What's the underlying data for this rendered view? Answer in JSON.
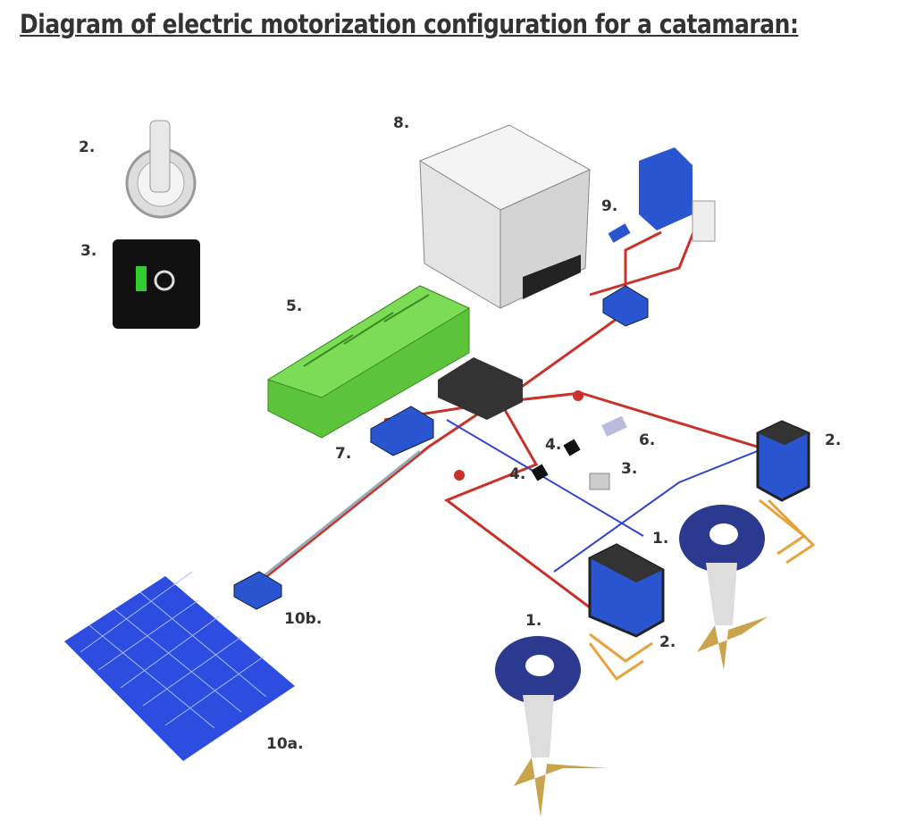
{
  "title": "Diagram of electric motorization configuration for a catamaran:",
  "labels": {
    "throttle_left": "2.",
    "display_left": "3.",
    "generator": "8.",
    "charger": "9.",
    "batteries": "5.",
    "battery_switch": "7.",
    "fuse_a": "4.",
    "fuse_b": "4.",
    "hub": "6.",
    "display_right": "3.",
    "controller_right": "2.",
    "motor_right": "1.",
    "motor_left": "1.",
    "controller_left": "2.",
    "solar_controller": "10b.",
    "solar_panel": "10a."
  },
  "colors": {
    "battery": "#5cc43a",
    "blue": "#2a55d0",
    "motor": "#2b3a8f",
    "wire_red": "#c8322a",
    "wire_orange": "#e8a23a",
    "panel": "#2c4de0"
  }
}
